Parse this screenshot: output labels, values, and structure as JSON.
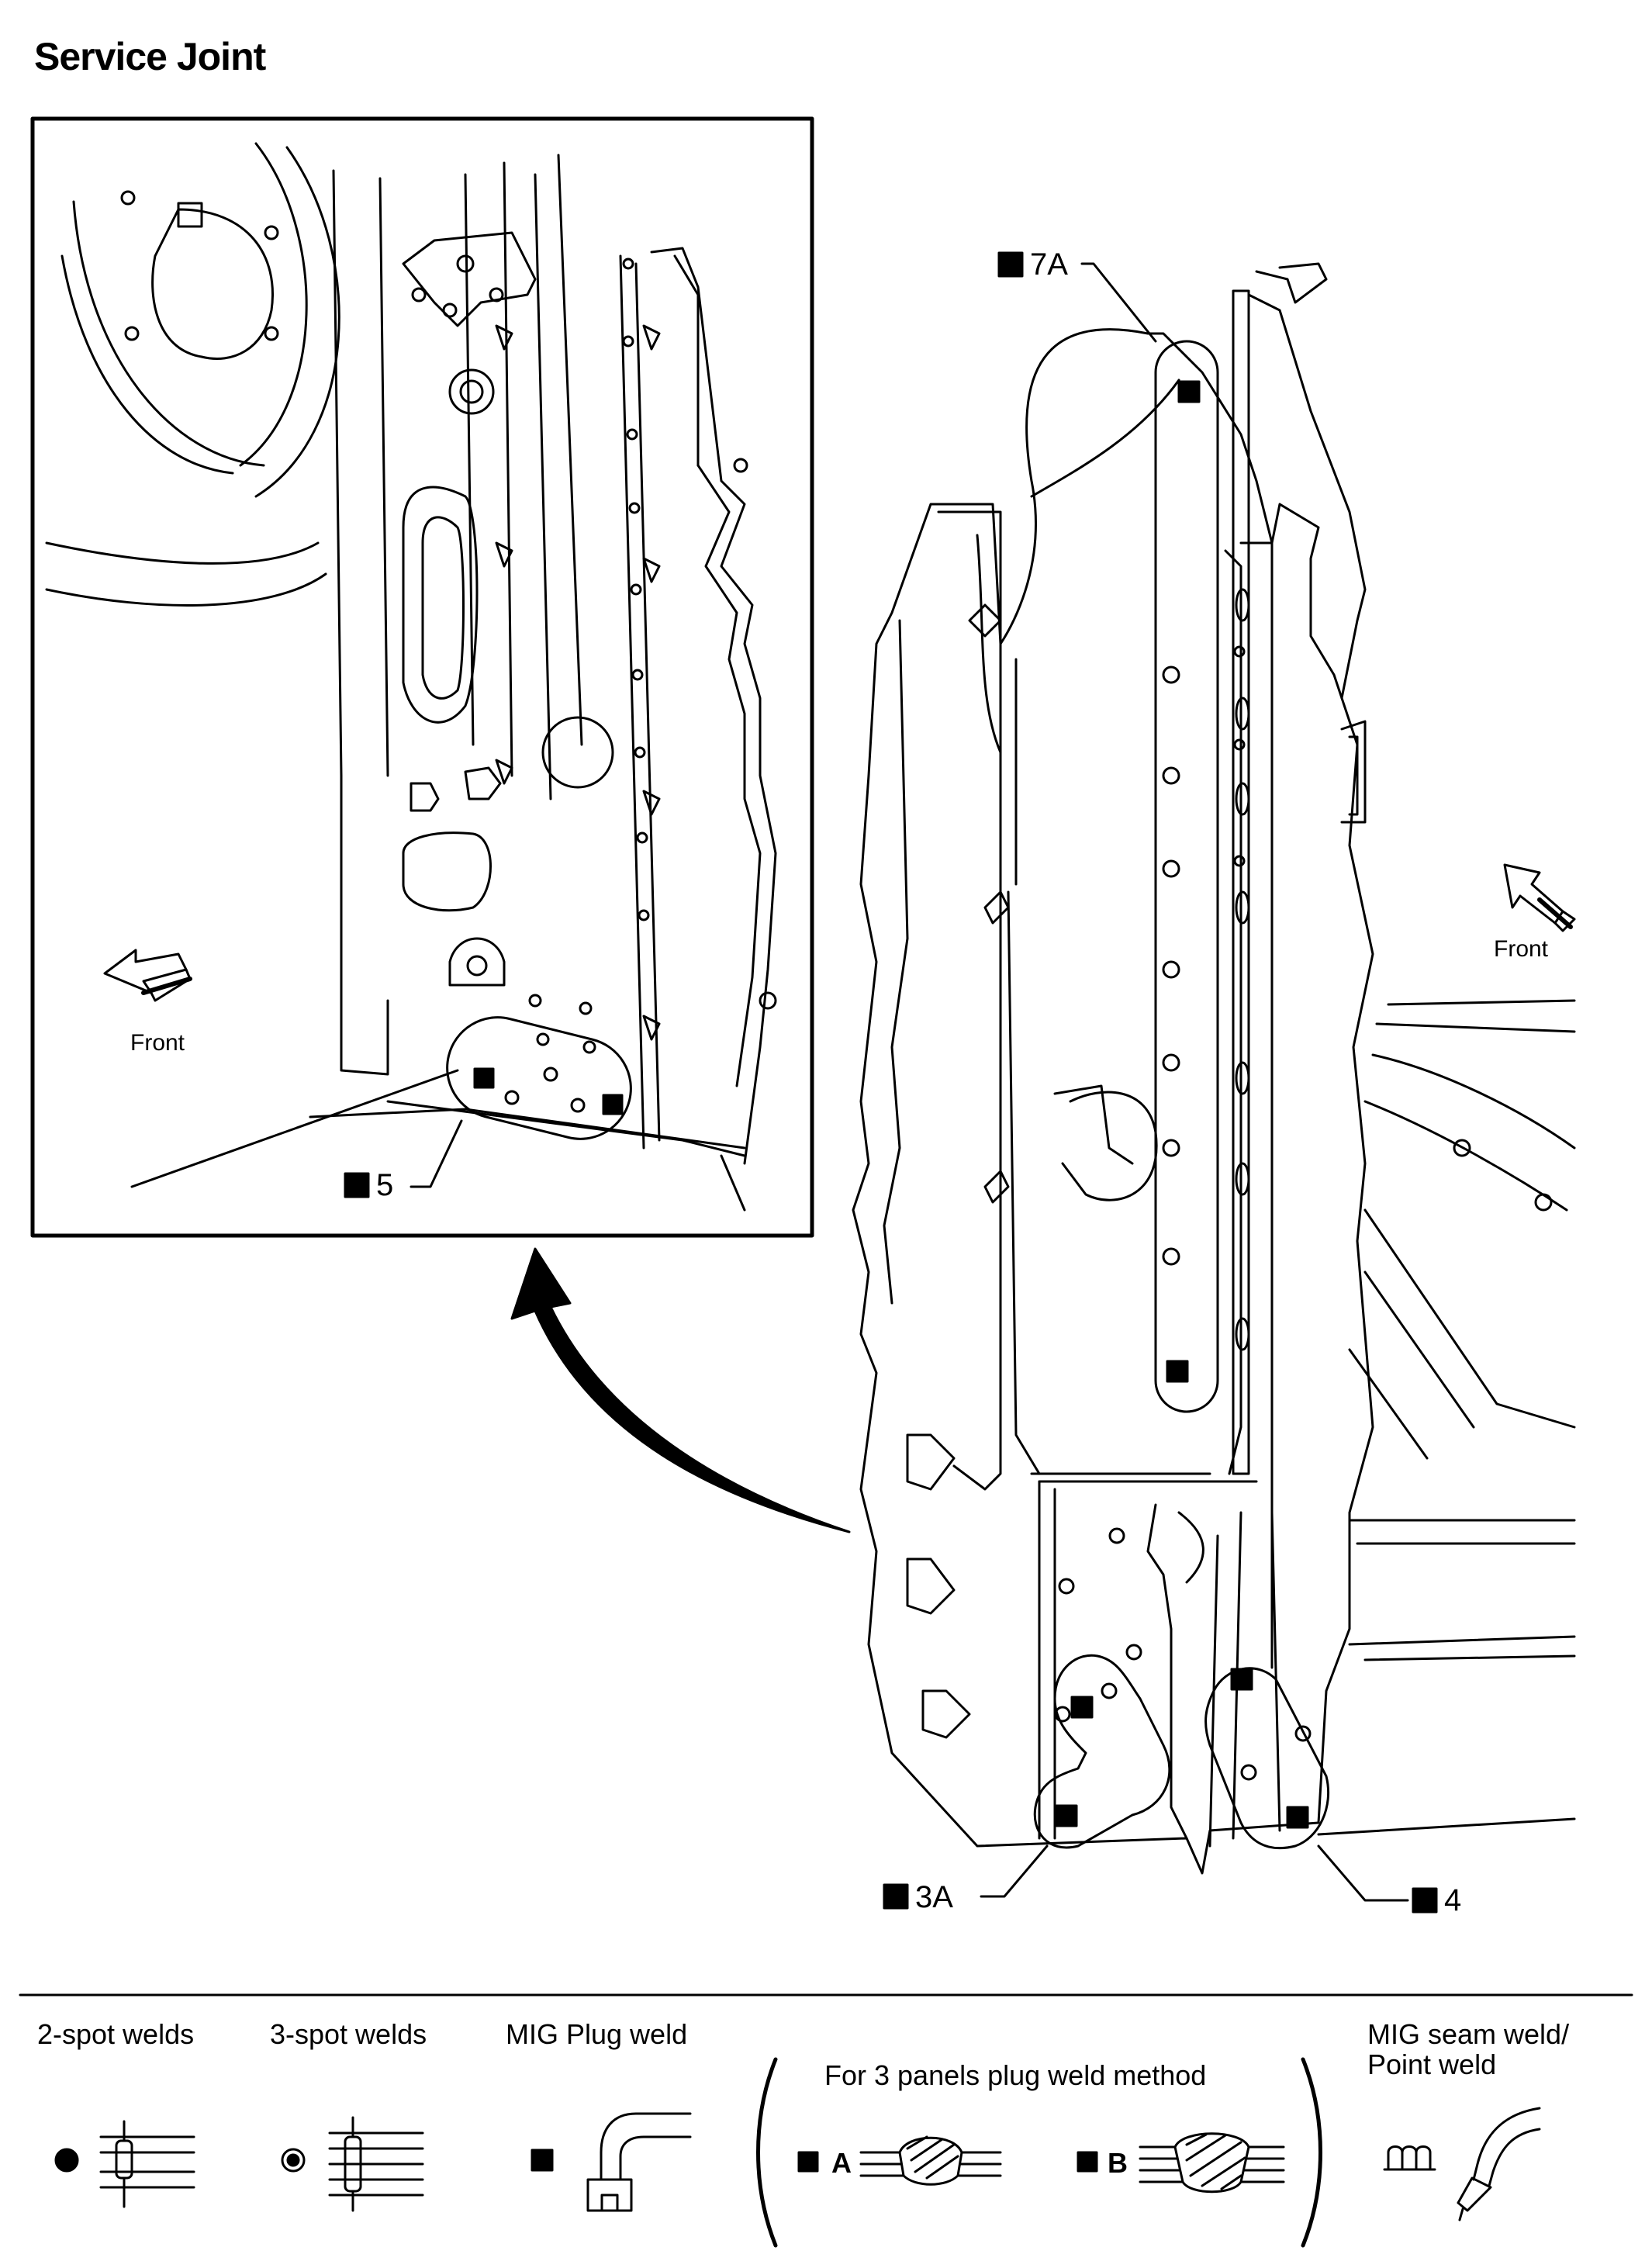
{
  "title": "Service Joint",
  "callouts": {
    "c7a": "7A",
    "c5": "5",
    "c3a": "3A",
    "c4": "4"
  },
  "front_labels": {
    "detail": "Front",
    "main": "Front"
  },
  "legend": {
    "two_spot": "2-spot welds",
    "three_spot": "3-spot welds",
    "mig_plug": "MIG Plug weld",
    "three_panels": "For 3 panels plug weld method",
    "method_a": "A",
    "method_b": "B",
    "mig_seam_line1": "MIG seam weld/",
    "mig_seam_line2": "Point weld"
  },
  "icons": {
    "plug_marker": "filled-square-icon",
    "spot2": "filled-dot-icon",
    "spot3": "ringed-dot-icon",
    "arrow": "curved-arrow-icon"
  }
}
